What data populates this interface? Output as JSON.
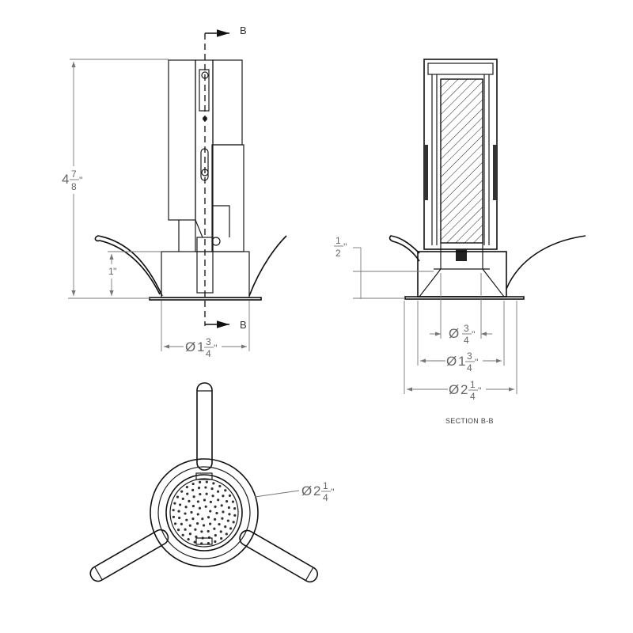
{
  "section_marker": {
    "top": "B",
    "bottom": "B"
  },
  "front_view": {
    "height_dim": {
      "whole": "4",
      "num": "7",
      "den": "8",
      "unit": "''"
    },
    "base_height_dim": {
      "whole": "1",
      "unit": "''"
    },
    "diameter_dim": {
      "symbol": "Ø",
      "whole": "1",
      "num": "3",
      "den": "4",
      "unit": "''"
    }
  },
  "section_view": {
    "caption": "SECTION B-B",
    "trim_height_dim": {
      "num": "1",
      "den": "2",
      "unit": "''"
    },
    "aperture_dim": {
      "symbol": "Ø",
      "num": "3",
      "den": "4",
      "unit": "''"
    },
    "inner_dim": {
      "symbol": "Ø",
      "whole": "1",
      "num": "3",
      "den": "4",
      "unit": "''"
    },
    "outer_dim": {
      "symbol": "Ø",
      "whole": "2",
      "num": "1",
      "den": "4",
      "unit": "''"
    }
  },
  "bottom_view": {
    "diameter_dim": {
      "symbol": "Ø",
      "whole": "2",
      "num": "1",
      "den": "4",
      "unit": "''"
    }
  }
}
